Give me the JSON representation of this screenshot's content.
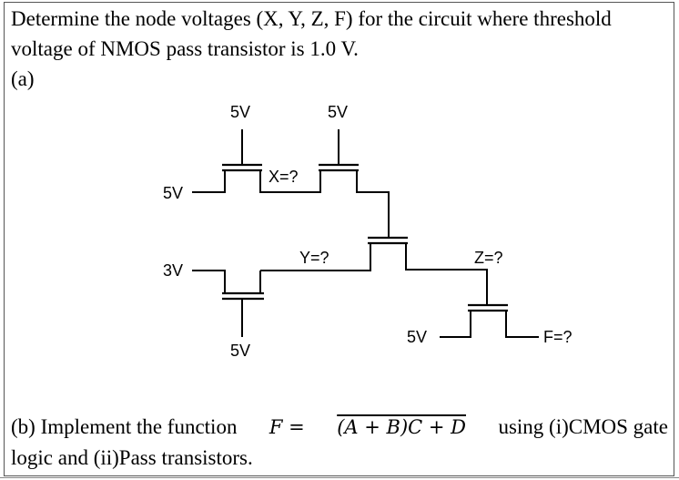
{
  "question": {
    "line1": "Determine the node voltages (X, Y, Z, F) for the circuit where threshold",
    "line2": "voltage of NMOS pass transistor is 1.0 V.",
    "part_a_label": "(a)"
  },
  "circuit": {
    "gate1_label": "5V",
    "gate2_label": "5V",
    "input1_label": "5V",
    "input2_label": "3V",
    "gate4_label": "5V",
    "input5_label": "5V",
    "node_x": "X=?",
    "node_y": "Y=?",
    "node_z": "Z=?",
    "node_f": "F=?"
  },
  "part_b": {
    "prefix": "(b) Implement the function",
    "lhs": "F =",
    "expression": "(A + B)C + D",
    "suffix": "using (i)CMOS gate",
    "line2": "logic and (ii)Pass transistors."
  }
}
